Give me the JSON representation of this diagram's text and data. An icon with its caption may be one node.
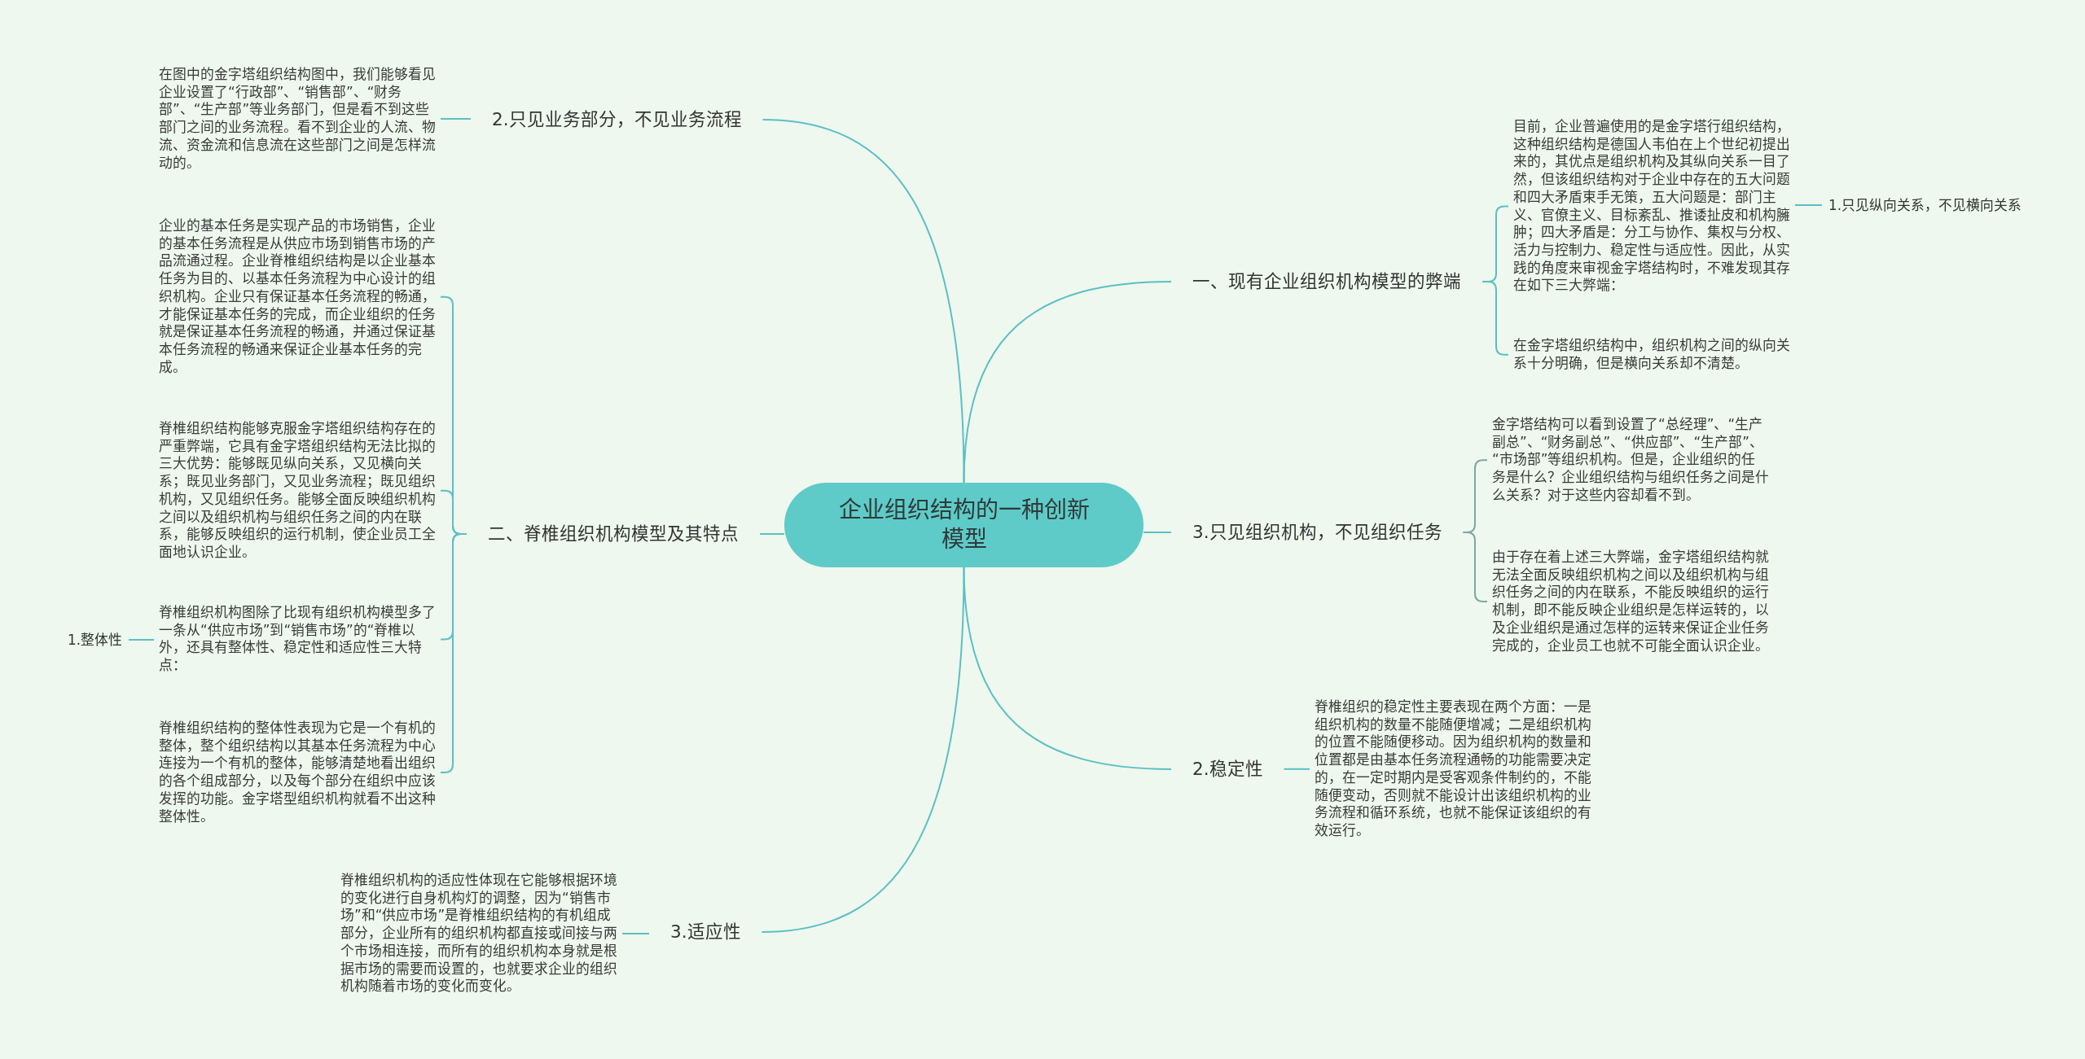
{
  "diagram": {
    "nodes": [
      {
        "text": [
          "企业组织结构的一种创新模型"
        ]
      },
      {
        "text": [
          "2.只见业务部分，不见业务流程"
        ]
      },
      {
        "text": [
          "在图中的金字塔组织结构图中，我们能够看见企业设置了“行政部”、“销售部”、“财务部”、“生产部”等业务部门，但是看不到这些部门之间的业务流程。看不到企业的人流、物流、资金流和信息流在这些部门之间是怎样流动的。"
        ]
      },
      {
        "text": [
          "二、脊椎组织机构模型及其特点"
        ]
      },
      {
        "text": [
          "企业的基本任务是实现产品的市场销售，企业的基本任务流程是从供应市场到销售市场的产品流通过程。企业脊椎组织结构是以企业基本任务为目的、以基本任务流程为中心设计的组织机构。企业只有保证基本任务流程的畅通，才能保证基本任务的完成，而企业组织的任务就是保证基本任务流程的畅通，并通过保证基本任务流程的畅通来保证企业基本任务的完成。"
        ]
      },
      {
        "text": [
          "脊椎组织结构能够克服金字塔组织结构存在的严重弊端，它具有金字塔组织结构无法比拟的三大优势：能够既见纵向关系，又见横向关系；既见业务部门，又见业务流程；既见组织机构，又见组织任务。能够全面反映组织机构之间以及组织机构与组织任务之间的内在联系，能够反映组织的运行机制，使企业员工全面地认识企业。"
        ]
      },
      {
        "text": [
          "脊椎组织机构图除了比现有组织机构模型多了一条从“供应市场”到“销售市场”的“脊椎以外，还具有整体性、稳定性和适应性三大特点："
        ]
      },
      {
        "text": [
          "1.整体性"
        ]
      },
      {
        "text": [
          "脊椎组织结构的整体性表现为它是一个有机的整体，整个组织结构以其基本任务流程为中心连接为一个有机的整体，能够清楚地看出组织的各个组成部分，以及每个部分在组织中应该发挥的功能。金字塔型组织机构就看不出这种整体性。"
        ]
      },
      {
        "text": [
          "3.适应性"
        ]
      },
      {
        "text": [
          "脊椎组织机构的适应性体现在它能够根据环境的变化进行自身机构灯的调整，因为“销售市场”和“供应市场”是脊椎组织结构的有机组成部分，企业所有的组织机构都直接或间接与两个市场相连接，而所有的组织机构本身就是根据市场的需要而设置的，也就要求企业的组织机构随着市场的变化而变化。"
        ]
      },
      {
        "text": [
          "一、现有企业组织机构模型的弊端"
        ]
      },
      {
        "text": [
          "目前，企业普遍使用的是金字塔行组织结构，这种组织结构是德国人韦伯在上个世纪初提出来的，其优点是组织机构及其纵向关系一目了然，但该组织结构对于企业中存在的五大问题和四大矛盾束手无策，五大问题是：部门主义、官僚主义、目标紊乱、推诿扯皮和机构臃肿；四大矛盾是：分工与协作、集权与分权、活力与控制力、稳定性与适应性。因此，从实践的角度来审视金字塔结构时，不难发现其存在如下三大弊端："
        ]
      },
      {
        "text": [
          "1.只见纵向关系，不见横向关系"
        ]
      },
      {
        "text": [
          "在金字塔组织结构中，组织机构之间的纵向关系十分明确，但是横向关系却不清楚。"
        ]
      },
      {
        "text": [
          "3.只见组织机构，不见组织任务"
        ]
      },
      {
        "text": [
          "金字塔结构可以看到设置了“总经理”、“生产副总”、“财务副总”、“供应部”、“生产部”、“市场部”等组织机构。但是，企业组织的任务是什么？企业组织结构与组织任务之间是什么关系？对于这些内容却看不到。"
        ]
      },
      {
        "text": [
          "由于存在着上述三大弊端，金字塔组织结构就无法全面反映组织机构之间以及组织机构与组织任务之间的内在联系，不能反映组织的运行机制，即不能反映企业组织是怎样运转的，以及企业组织是通过怎样的运转来保证企业任务完成的，企业员工也就不可能全面认识企业。"
        ]
      },
      {
        "text": [
          "2.稳定性"
        ]
      },
      {
        "text": [
          "脊椎组织的稳定性主要表现在两个方面：一是组织机构的数量不能随便增减；二是组织机构的位置不能随便移动。因为组织机构的数量和位置都是由基本任务流程通畅的功能需要决定的，在一定时期内是受客观条件制约的，不能随便变动，否则就不能设计出该组织机构的业务流程和循环系统，也就不能保证该组织的有效运行。"
        ]
      }
    ],
    "edges": [
      {
        "from": 0,
        "to": 1,
        "arrow": "none"
      },
      {
        "from": 1,
        "to": 2,
        "arrow": "none"
      },
      {
        "from": 0,
        "to": 3,
        "arrow": "none"
      },
      {
        "from": 3,
        "to": 4,
        "arrow": "none"
      },
      {
        "from": 3,
        "to": 5,
        "arrow": "none"
      },
      {
        "from": 3,
        "to": 6,
        "arrow": "none"
      },
      {
        "from": 6,
        "to": 7,
        "arrow": "none"
      },
      {
        "from": 3,
        "to": 8,
        "arrow": "none"
      },
      {
        "from": 0,
        "to": 9,
        "arrow": "none"
      },
      {
        "from": 9,
        "to": 10,
        "arrow": "none"
      },
      {
        "from": 0,
        "to": 11,
        "arrow": "none"
      },
      {
        "from": 11,
        "to": 12,
        "arrow": "none"
      },
      {
        "from": 12,
        "to": 13,
        "arrow": "none"
      },
      {
        "from": 11,
        "to": 14,
        "arrow": "none"
      },
      {
        "from": 0,
        "to": 15,
        "arrow": "none"
      },
      {
        "from": 15,
        "to": 16,
        "arrow": "none",
        "color": "#7fa8a3"
      },
      {
        "from": 15,
        "to": 17,
        "arrow": "none",
        "color": "#7fa8a3"
      },
      {
        "from": 0,
        "to": 18,
        "arrow": "none"
      },
      {
        "from": 18,
        "to": 19,
        "arrow": "none"
      }
    ]
  }
}
